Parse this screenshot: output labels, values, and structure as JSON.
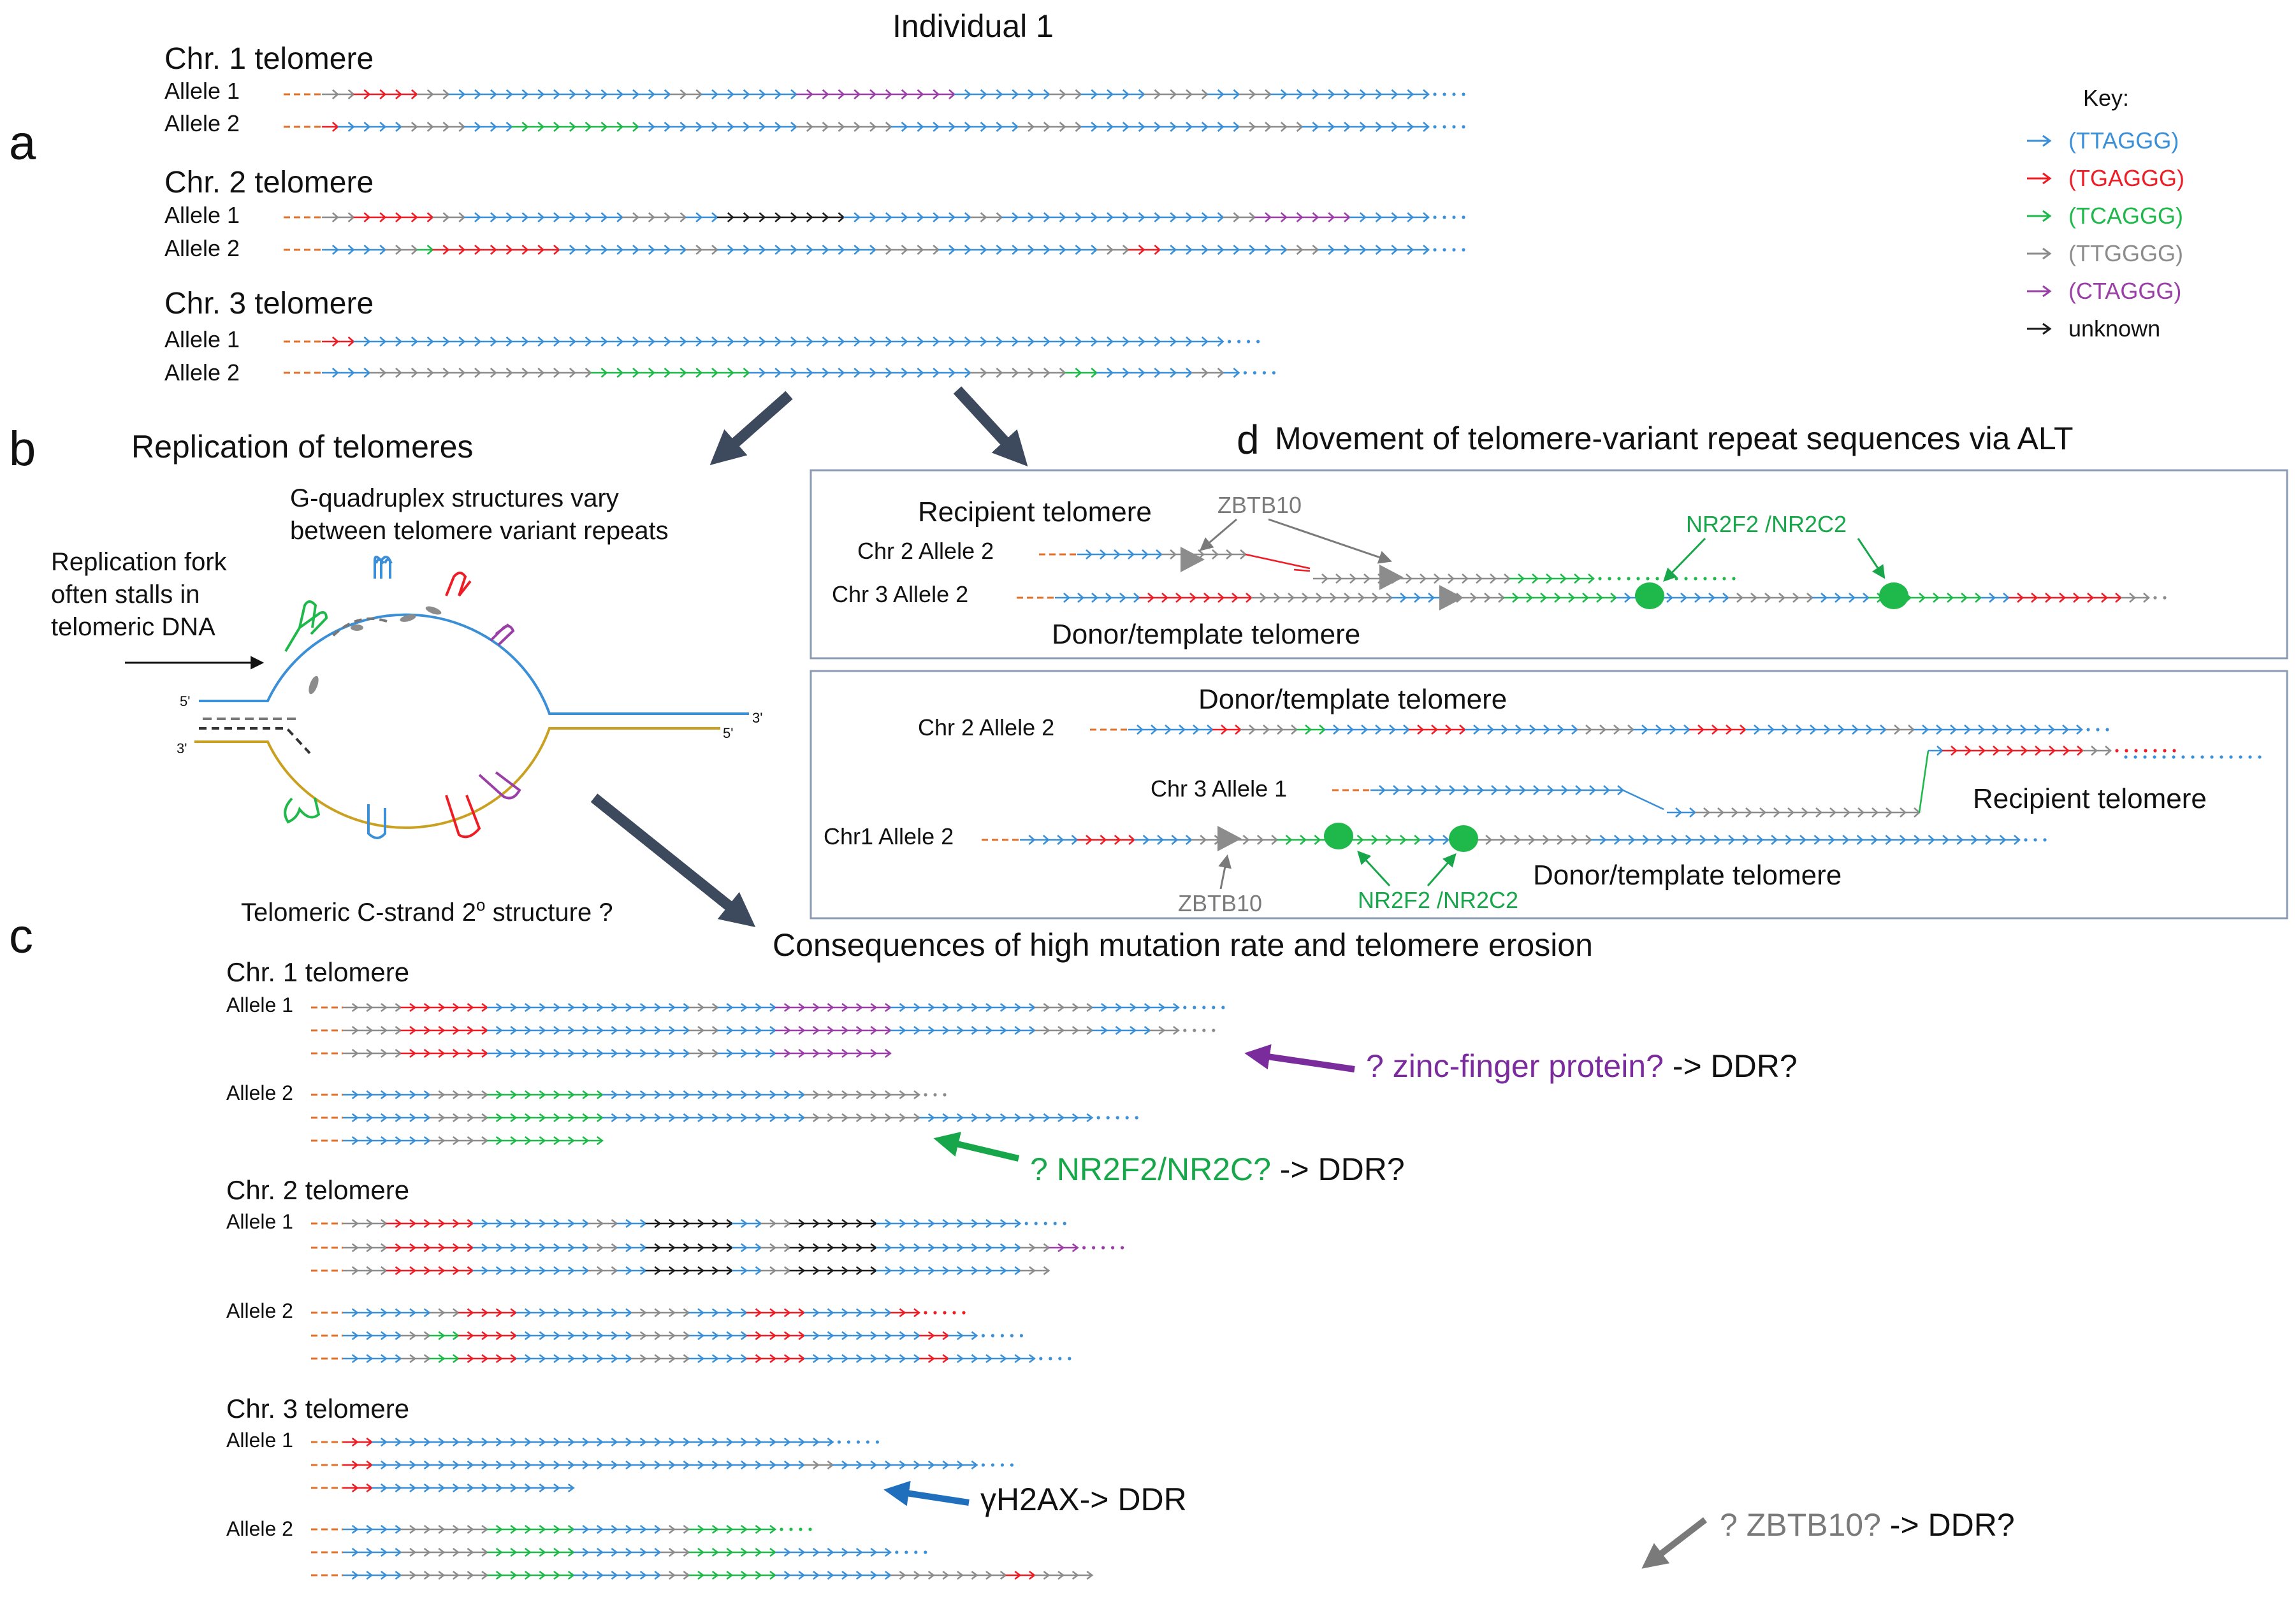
{
  "colors": {
    "T": "#3a8fd6",
    "R": "#ee1c25",
    "G": "#1fb84a",
    "Y": "#8c8c8c",
    "P": "#9a3fa6",
    "K": "#1c1c1c",
    "leader": "#e0702a",
    "bigArrow": "#3d4a5e",
    "purpleLabel": "#7a2b9c",
    "greenLabel": "#17a64a",
    "grayLabel": "#7a7a7a",
    "blueArrow": "#1f6fbd"
  },
  "panels": {
    "a": "a",
    "b": "b",
    "c": "c",
    "d": "d"
  },
  "panel_a": {
    "title": "Individual 1",
    "chr1": "Chr. 1 telomere",
    "chr2": "Chr. 2 telomere",
    "chr3": "Chr. 3 telomere",
    "allele1": "Allele 1",
    "allele2": "Allele 2",
    "key_title": "Key:",
    "key": [
      {
        "label": "(TTAGGG)",
        "color": "#3a8fd6"
      },
      {
        "label": "(TGAGGG)",
        "color": "#ee1c25"
      },
      {
        "label": "(TCAGGG)",
        "color": "#1fb84a"
      },
      {
        "label": "(TTGGGG)",
        "color": "#8c8c8c"
      },
      {
        "label": "(CTAGGG)",
        "color": "#9a3fa6"
      },
      {
        "label": "unknown",
        "color": "#1c1c1c"
      }
    ]
  },
  "panel_b": {
    "title": "Replication of telomeres",
    "gquad_line1": "G-quadruplex structures vary",
    "gquad_line2": "between telomere variant repeats",
    "fork_line1": "Replication fork",
    "fork_line2": "often stalls in",
    "fork_line3": "telomeric DNA",
    "end5a": "5'",
    "end3a": "3'",
    "end3b": "3'",
    "end5b": "5'",
    "cstrand": "Telomeric C-strand 2",
    "cstrand_sup": "o",
    "cstrand_end": " structure ?"
  },
  "panel_d": {
    "title": "Movement of telomere-variant repeat sequences via ALT",
    "box1": {
      "recipient": "Recipient telomere",
      "zbtb10": "ZBTB10",
      "nr2f2": "NR2F2 /NR2C2",
      "row1": "Chr 2 Allele 2",
      "row2": "Chr 3 Allele 2",
      "donor": "Donor/template telomere"
    },
    "box2": {
      "donor_top": "Donor/template telomere",
      "row1": "Chr 2 Allele 2",
      "row2": "Chr 3 Allele 1",
      "recipient": "Recipient telomere",
      "row3": "Chr1 Allele 2",
      "donor_bottom": "Donor/template telomere",
      "zbtb10": "ZBTB10",
      "nr2f2": "NR2F2 /NR2C2"
    }
  },
  "panel_c": {
    "title": "Consequences of high mutation rate and telomere erosion",
    "chr1": "Chr. 1 telomere",
    "chr2": "Chr. 2 telomere",
    "chr3": "Chr. 3 telomere",
    "allele1": "Allele 1",
    "allele2": "Allele 2",
    "ann_zinc_colored": "? zinc-finger protein?",
    "ann_zinc_rest": " -> DDR?",
    "ann_nr2f2_colored": "? NR2F2/NR2C?",
    "ann_nr2f2_rest": " -> DDR?",
    "ann_h2ax": "γH2AX-> DDR",
    "ann_zbtb_colored": "? ZBTB10?",
    "ann_zbtb_rest": " -> DDR?"
  }
}
